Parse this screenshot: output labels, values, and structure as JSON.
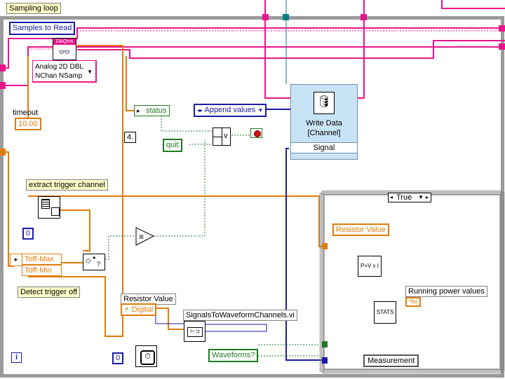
{
  "loop": {
    "label": "Sampling loop",
    "iteration_label": "i"
  },
  "controls": {
    "samples_to_read": "Samples to Read",
    "daqmx_badge": "DAQmx",
    "read_type_line1": "Analog 2D DBL",
    "read_type_line2": "NChan NSamp",
    "timeout_label": "timeout",
    "timeout_value": "10.00",
    "status": "status",
    "append_values": "Append values",
    "quit": "quit",
    "or_symbol": "v",
    "shift_value": "4.",
    "extract_trigger_label": "extract trigger channel",
    "zero_const": "0",
    "toff_max": "Toff-Max",
    "toff_min": "Toff-Min",
    "detect_trigger_label": "Detect trigger off",
    "resistor_label": "Resistor Value",
    "digital_value": "Digital",
    "subvi_name": "SignalsToWaveformChannels.vi",
    "waveforms": "Waveforms?",
    "wait_const": "0"
  },
  "write_data": {
    "title_line1": "Write Data",
    "title_line2": "[Channel]",
    "signal_terminal": "Signal"
  },
  "case_structure": {
    "selector": "True",
    "resistor_value": "Resistor Value",
    "formula": "P=V x I",
    "stats": "STATS",
    "running_label": "Running power values",
    "indicator_value": "*8a",
    "measurement": "Measurement"
  },
  "colors": {
    "pink_wire": "#e8158c",
    "orange_wire": "#e07b0c",
    "blue_wire": "#1a1aa8",
    "green_wire": "#1f7a1f",
    "teal_wire": "#008080",
    "loop_border": "#9a9a9a",
    "express_vi_bg": "#c8e3f5"
  }
}
